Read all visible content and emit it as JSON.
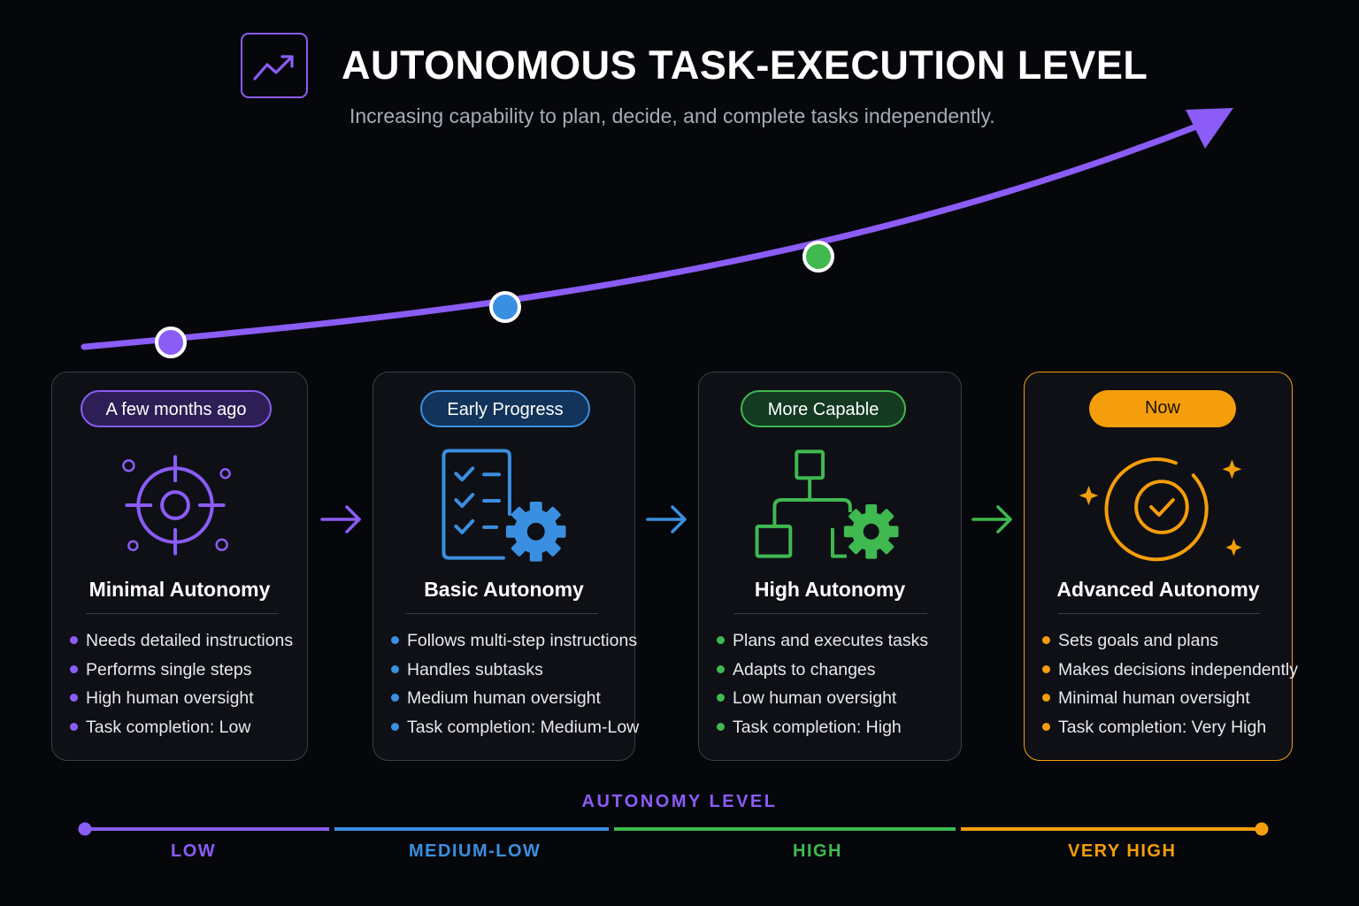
{
  "header": {
    "title": "AUTONOMOUS TASK-EXECUTION LEVEL",
    "subtitle": "Increasing capability to plan, decide, and complete tasks independently.",
    "icon": "trending-up-icon"
  },
  "colors": {
    "background": "#06070b",
    "purple": "#8b5cf6",
    "blue": "#3b8fe0",
    "green": "#3fb950",
    "orange": "#f59e0b"
  },
  "stages": [
    {
      "badge": "A few months ago",
      "icon": "target-crosshair-icon",
      "title": "Minimal Autonomy",
      "bullets": [
        "Needs detailed instructions",
        "Performs single steps",
        "High human oversight",
        "Task completion: Low"
      ]
    },
    {
      "badge": "Early Progress",
      "icon": "checklist-gear-icon",
      "title": "Basic Autonomy",
      "bullets": [
        "Follows multi-step instructions",
        "Handles subtasks",
        "Medium human oversight",
        "Task completion: Medium-Low"
      ]
    },
    {
      "badge": "More Capable",
      "icon": "workflow-gear-icon",
      "title": "High Autonomy",
      "bullets": [
        "Plans and executes tasks",
        "Adapts to changes",
        "Low human oversight",
        "Task completion: High"
      ]
    },
    {
      "badge": "Now",
      "icon": "check-circle-sparkle-icon",
      "title": "Advanced Autonomy",
      "bullets": [
        "Sets goals and plans",
        "Makes decisions independently",
        "Minimal human oversight",
        "Task completion: Very High"
      ]
    }
  ],
  "scale": {
    "label": "AUTONOMY LEVEL",
    "levels": [
      "LOW",
      "MEDIUM-LOW",
      "HIGH",
      "VERY HIGH"
    ]
  }
}
